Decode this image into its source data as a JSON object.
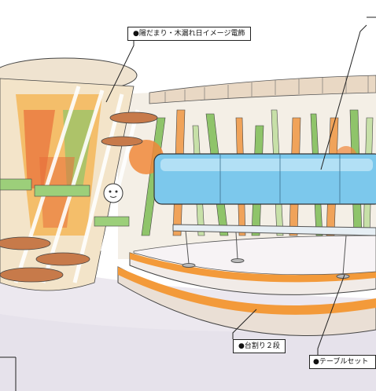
{
  "callouts": {
    "sunlight": "●陽だまり・木漏れ日イメージ電飾",
    "platform": "●台割り２段",
    "table_set": "●テーブルセット"
  },
  "colors": {
    "sky_blue": "#7cc8ec",
    "stage_orange": "#f39a3a",
    "leaf_green": "#8fc46a",
    "warm_orange": "#f0883a",
    "floor": "#ece8ef"
  }
}
